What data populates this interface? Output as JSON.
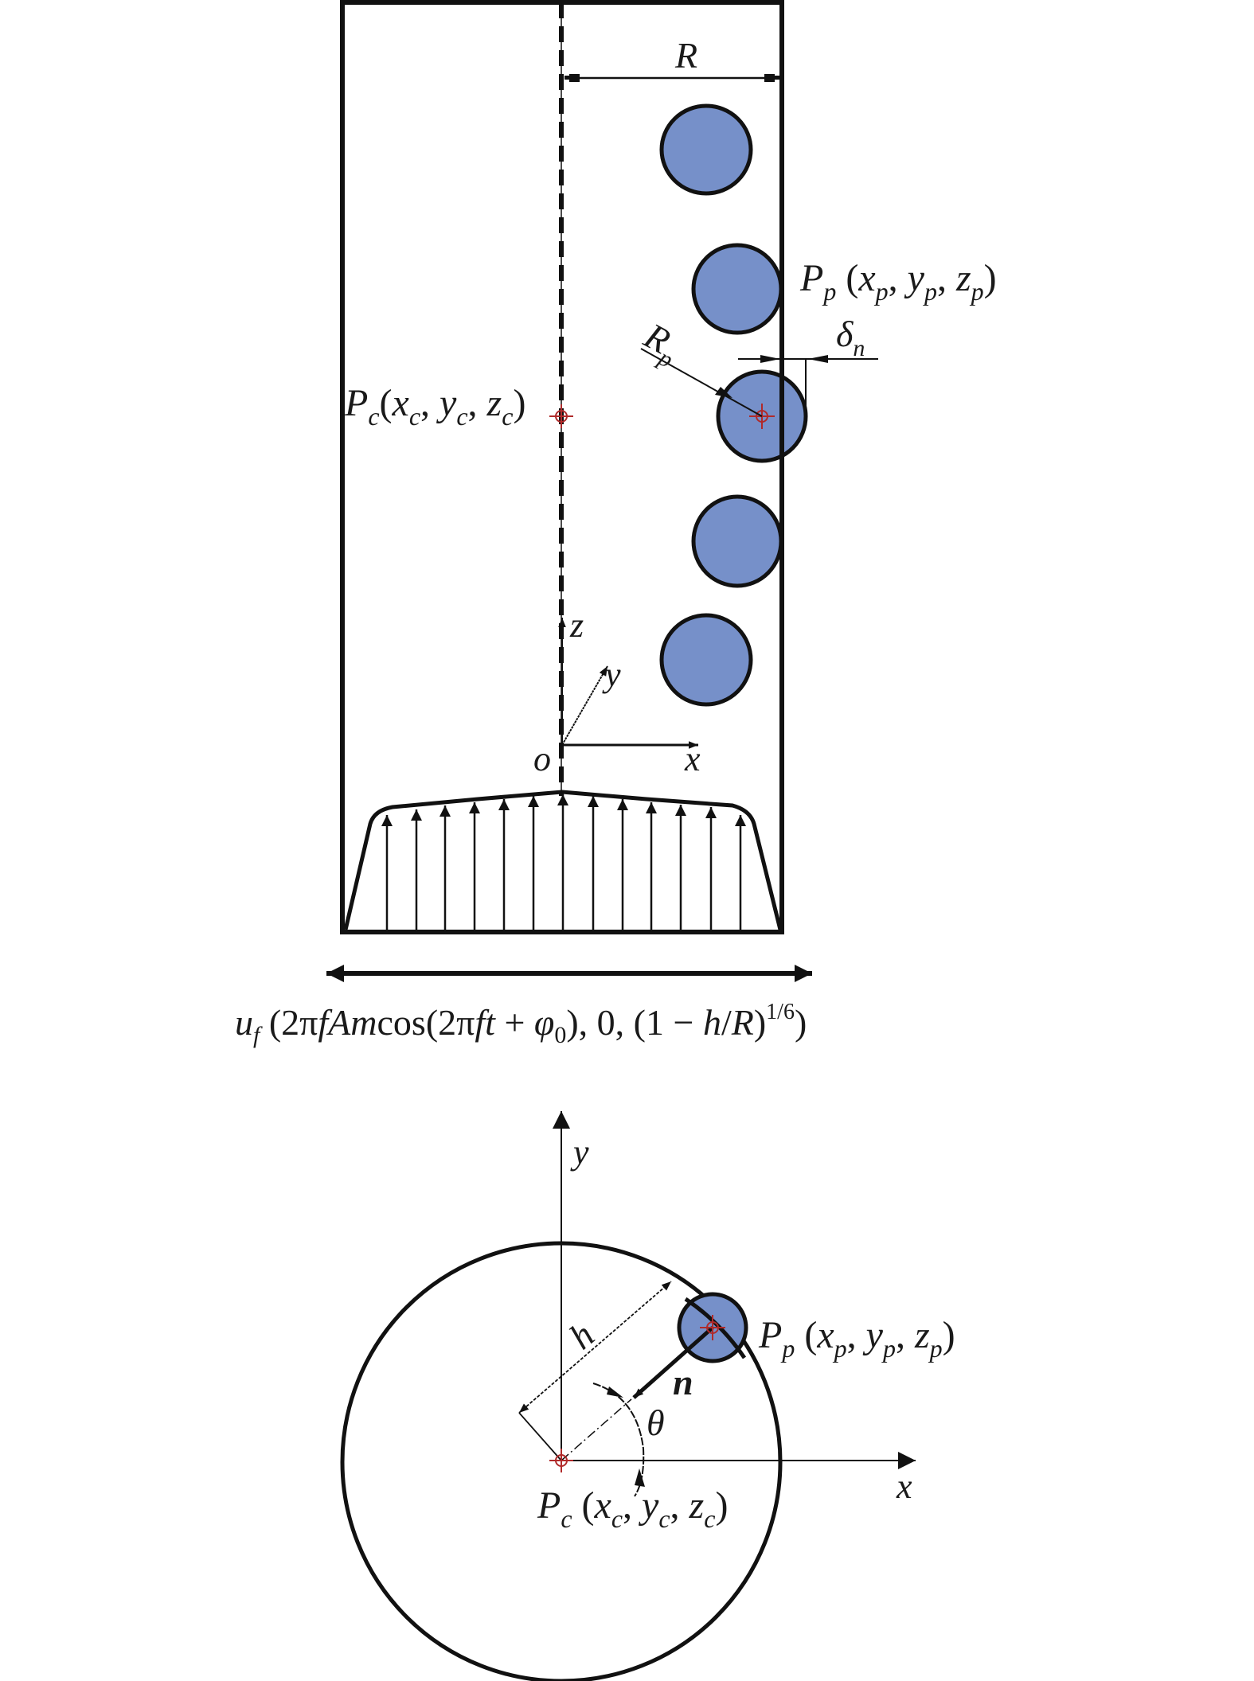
{
  "colors": {
    "stroke": "#111111",
    "particle_fill": "#7690c9",
    "center_marker": "#b02a2a",
    "background": "#ffffff"
  },
  "top_view": {
    "dimension_R": {
      "label": "R"
    },
    "particle_label": {
      "P": "P",
      "sub": "p",
      "coords": [
        "x",
        "y",
        "z"
      ],
      "coord_sub": "p"
    },
    "radius_label": {
      "main": "R",
      "sub": "p"
    },
    "overlap_label": {
      "main": "δ",
      "sub": "n"
    },
    "center_label": {
      "P": "P",
      "sub": "c",
      "coords": [
        "x",
        "y",
        "z"
      ],
      "coord_sub": "c"
    },
    "axes": {
      "z": "z",
      "y": "y",
      "x": "x",
      "origin": "o"
    },
    "particle_count": 5,
    "flow_arrow_count": 13
  },
  "velocity_formula": {
    "u": "u",
    "u_sub": "f",
    "open": " (2π",
    "f1": "f",
    "A": "A",
    "m": "m",
    "cos": "cos(2π",
    "f2": "f",
    "t": "t",
    "plus": " + ",
    "phi": "φ",
    "phi_sub": "0",
    "mid": "), 0, (1 − ",
    "h": "h",
    "slash": "/",
    "R": "R",
    "close1": ")",
    "exp": "1/6",
    "close2": ")"
  },
  "cross_section": {
    "axes": {
      "y": "y",
      "x": "x"
    },
    "h_label": "h",
    "n_label": "n",
    "theta_label": "θ",
    "particle_label": {
      "P": "P",
      "sub": "p",
      "coords": [
        "x",
        "y",
        "z"
      ],
      "coord_sub": "p"
    },
    "center_label": {
      "P": "P",
      "sub": "c",
      "coords": [
        "x",
        "y",
        "z"
      ],
      "coord_sub": "c"
    }
  }
}
